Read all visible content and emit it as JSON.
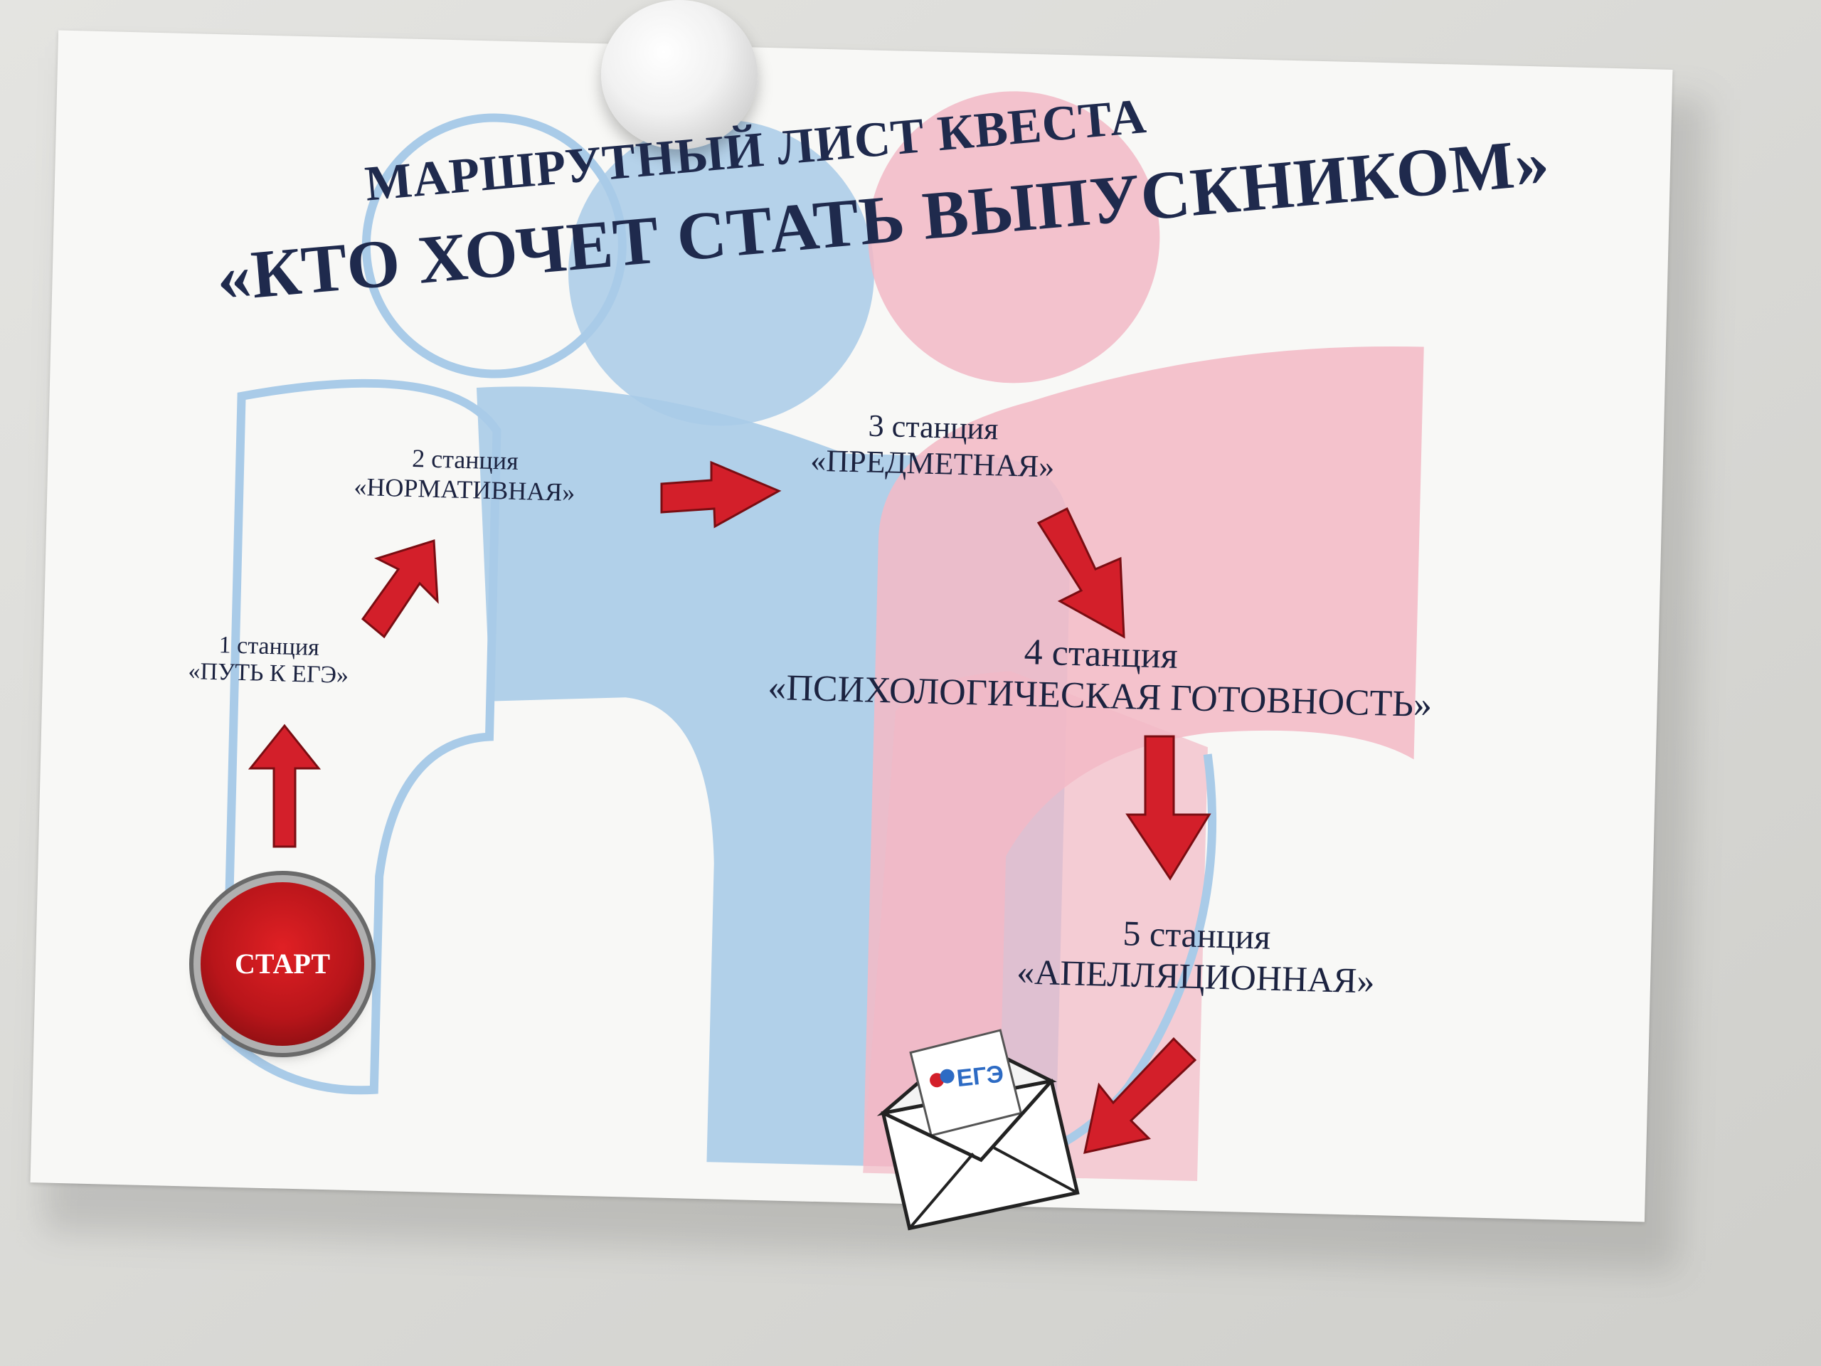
{
  "title": {
    "line1": "МАРШРУТНЫЙ ЛИСТ КВЕСТА",
    "line2": "«КТО ХОЧЕТ СТАТЬ ВЫПУСКНИКОМ»"
  },
  "start_button": {
    "label": "СТАРТ"
  },
  "stations": [
    {
      "number": "1 станция",
      "name": "«ПУТЬ К ЕГЭ»"
    },
    {
      "number": "2 станция",
      "name": "«НОРМАТИВНАЯ»"
    },
    {
      "number": "3 станция",
      "name": "«ПРЕДМЕТНАЯ»"
    },
    {
      "number": "4 станция",
      "name": "«ПСИХОЛОГИЧЕСКАЯ ГОТОВНОСТЬ»"
    },
    {
      "number": "5 станция",
      "name": "«АПЕЛЛЯЦИОННАЯ»"
    }
  ],
  "envelope": {
    "logo_text": "ЕГЭ"
  },
  "colors": {
    "blue_figure": "#a9cbe8",
    "pink_figure": "#f2b9c6",
    "arrow_red": "#d31f2a",
    "title_navy": "#1f2a4d"
  }
}
